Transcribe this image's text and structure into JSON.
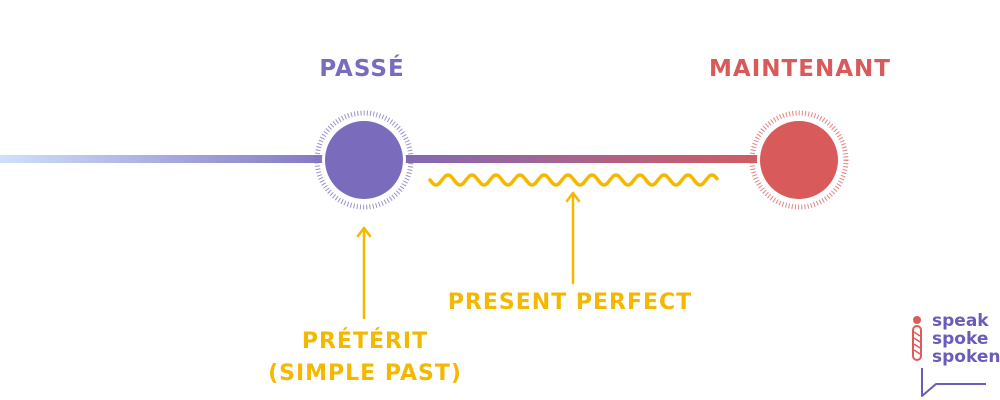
{
  "labels": {
    "past": "PASSÉ",
    "now": "MAINTENANT",
    "present_perfect": "PRESENT PERFECT",
    "preterit_line1": "PRÉTÉRIT",
    "preterit_line2": "(SIMPLE PAST)"
  },
  "logo": {
    "line1": "speak",
    "line2": "spoke",
    "line3": "spoken"
  },
  "colors": {
    "past": "#7a6bbd",
    "now": "#d95a5a",
    "accent": "#f5b800",
    "timeline_start": "#cfe0fb",
    "logo_text": "#6a5cb8",
    "logo_accent": "#e05a5a"
  }
}
